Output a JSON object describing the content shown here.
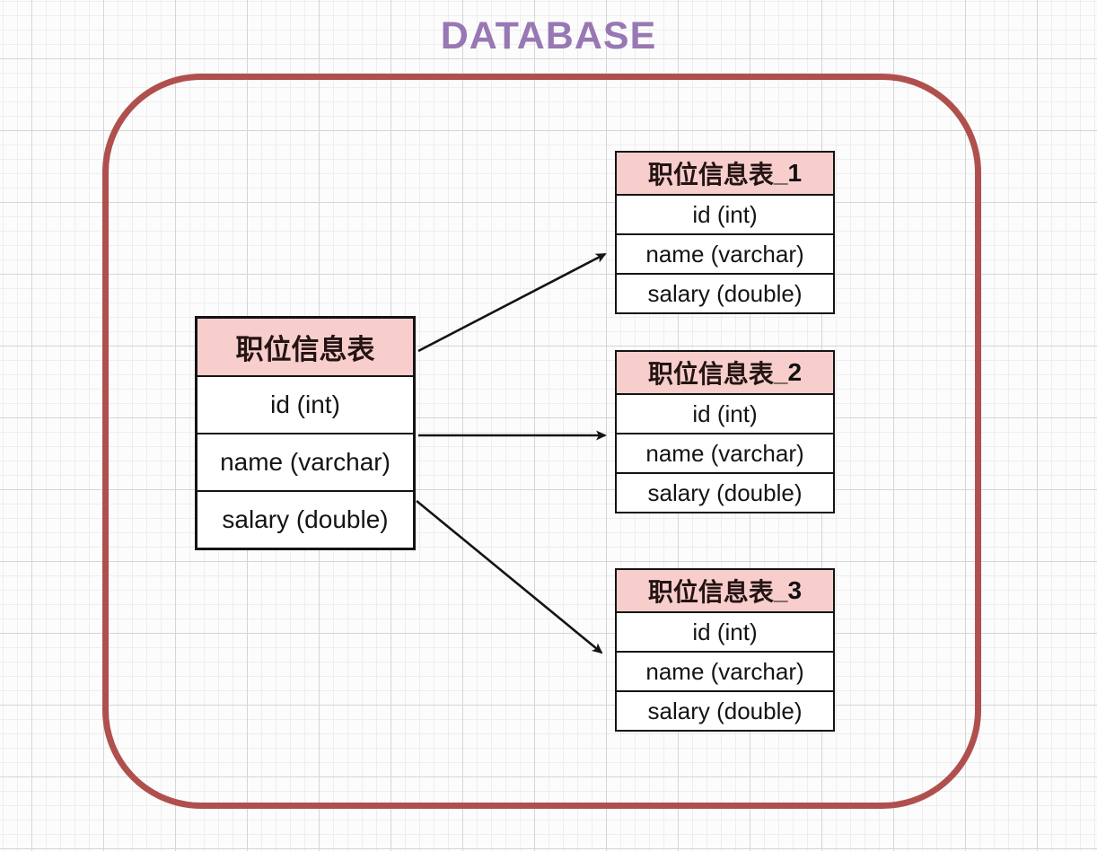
{
  "title": "DATABASE",
  "colors": {
    "title_purple": "#9878b4",
    "boundary_red": "#b0504e",
    "table_header_pink": "#f8cecc",
    "table_border_black": "#141414",
    "arrow_black": "#141414"
  },
  "source_table": {
    "name_cn": "职位信息表",
    "suffix": "",
    "fields": [
      "id (int)",
      "name (varchar)",
      "salary (double)"
    ]
  },
  "shard_tables": [
    {
      "name_cn": "职位信息表",
      "suffix": "_1",
      "fields": [
        "id (int)",
        "name (varchar)",
        "salary (double)"
      ]
    },
    {
      "name_cn": "职位信息表",
      "suffix": "_2",
      "fields": [
        "id (int)",
        "name (varchar)",
        "salary (double)"
      ]
    },
    {
      "name_cn": "职位信息表",
      "suffix": "_3",
      "fields": [
        "id (int)",
        "name (varchar)",
        "salary (double)"
      ]
    }
  ],
  "relations": [
    {
      "from": "职位信息表",
      "to": "职位信息表_1"
    },
    {
      "from": "职位信息表",
      "to": "职位信息表_2"
    },
    {
      "from": "职位信息表",
      "to": "职位信息表_3"
    }
  ]
}
